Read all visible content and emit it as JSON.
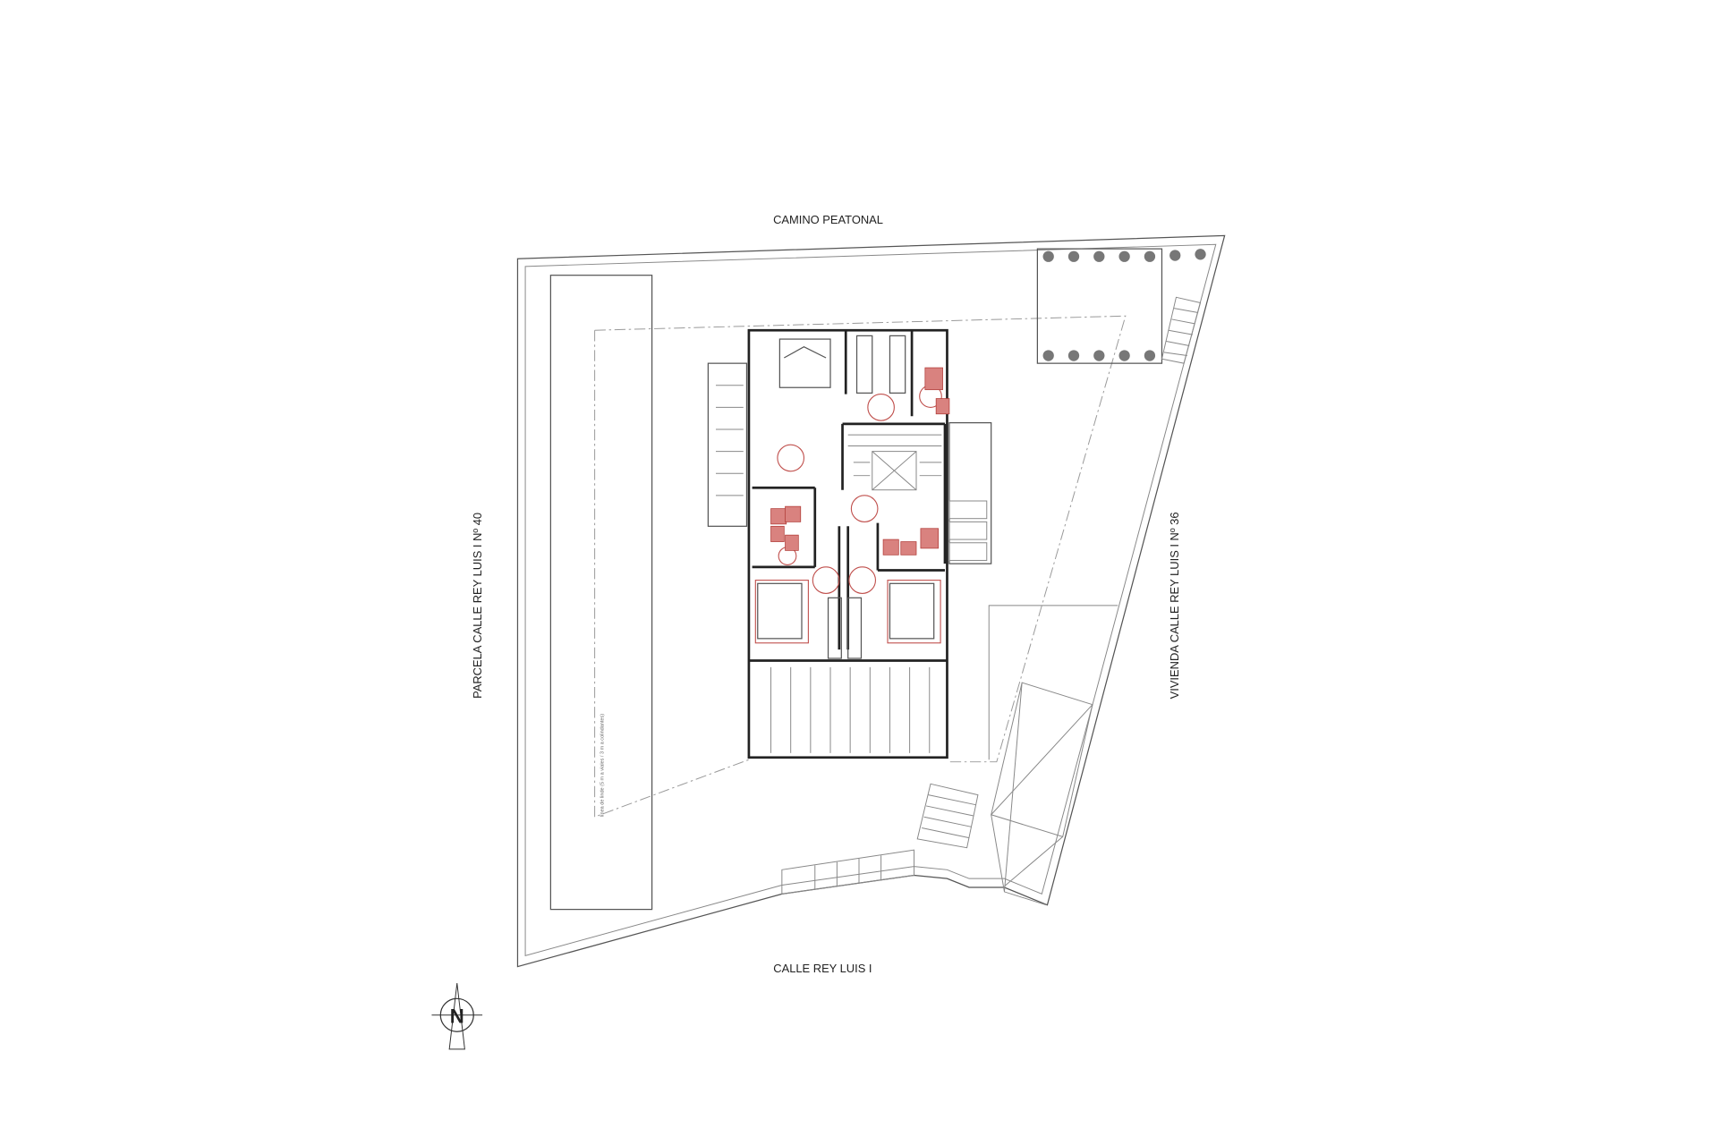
{
  "labels": {
    "north_street": "CAMINO PEATONAL",
    "south_street": "CALLE REY LUIS I",
    "west_neighbor": "PARCELA CALLE REY LUIS I Nº 40",
    "east_neighbor": "VIVIENDA CALLE REY LUIS I Nº 36",
    "setback_note": "línea de linde (5 m a viales / 3 m a colindantes)"
  },
  "north_arrow": {
    "letter": "N"
  },
  "colors": {
    "lines": "#222222",
    "annotations": "#c0504d",
    "background": "#ffffff"
  }
}
